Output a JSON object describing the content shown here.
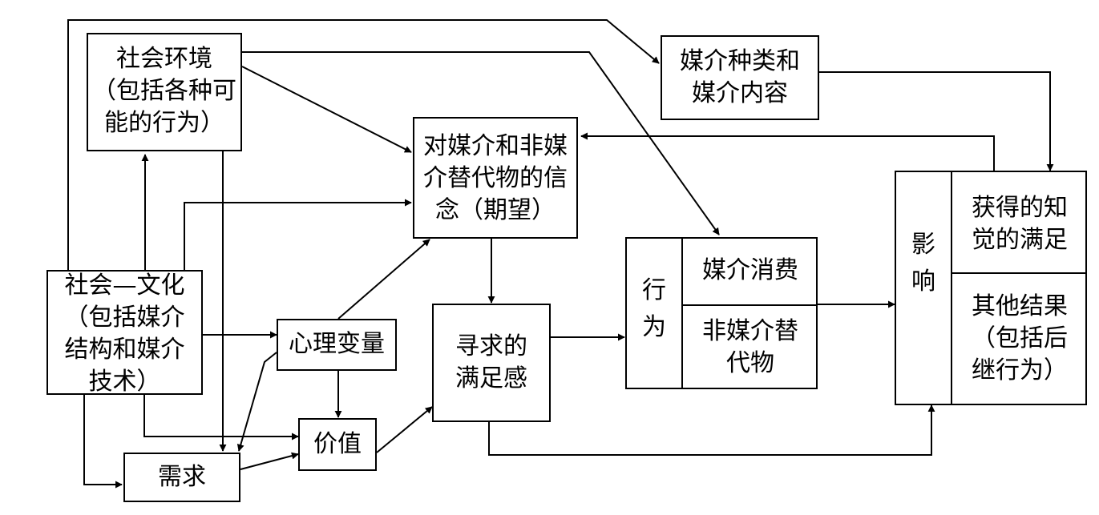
{
  "colors": {
    "line": "#000000",
    "background": "#ffffff"
  },
  "nodes": {
    "social_environment": "社会环境\n（包括各种可\n能的行为）",
    "media_types": "媒介种类和\n媒介内容",
    "beliefs": "对媒介和非媒\n介替代物的信\n念（期望）",
    "social_cultural": "社会—文化\n（包括媒介\n结构和媒介\n技术）",
    "psych_variables": "心理变量",
    "values": "价值",
    "needs": "需求",
    "gratification_sought": "寻求的\n满足感",
    "behavior_label": "行\n为",
    "media_consumption": "媒介消费",
    "non_media_alt": "非媒介替\n代物",
    "effects_label": "影\n响",
    "gratification_obtained": "获得的知\n觉的满足",
    "other_results": "其他结果\n（包括后\n继行为）"
  }
}
